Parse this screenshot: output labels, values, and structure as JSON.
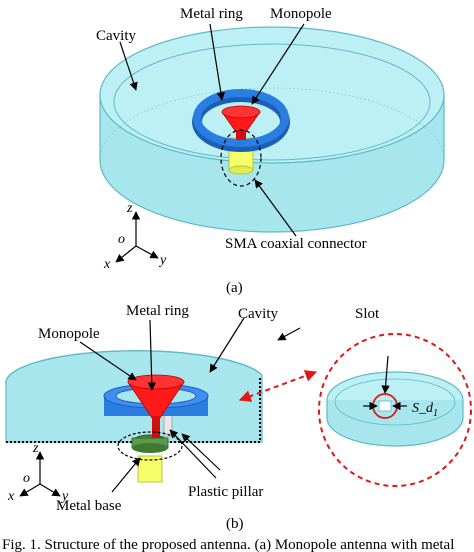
{
  "figure": {
    "panel_a": {
      "label_cavity": "Cavity",
      "label_metal_ring": "Metal ring",
      "label_monopole": "Monopole",
      "label_sma": "SMA coaxial connector",
      "sublabel": "(a)"
    },
    "panel_b": {
      "label_metal_ring": "Metal ring",
      "label_cavity": "Cavity",
      "label_slot": "Slot",
      "label_monopole": "Monopole",
      "label_metal_base": "Metal base",
      "label_plastic_pillar": "Plastic pillar",
      "dimension_label": "S_d",
      "dimension_subscript": "1",
      "sublabel": "(b)"
    },
    "axes": {
      "z": "z",
      "o": "o",
      "x": "x",
      "y": "y"
    },
    "caption": "Fig. 1.  Structure of the proposed antenna. (a) Monopole antenna with metal"
  },
  "colors": {
    "cavity": "#a8e6ee",
    "cavity_edge": "#5fb9c6",
    "ring": "#2a7de1",
    "monopole": "#ff1a1a",
    "connector": "#f4ff6a",
    "dashed": "#e01818",
    "base": "#4a8a3a"
  }
}
